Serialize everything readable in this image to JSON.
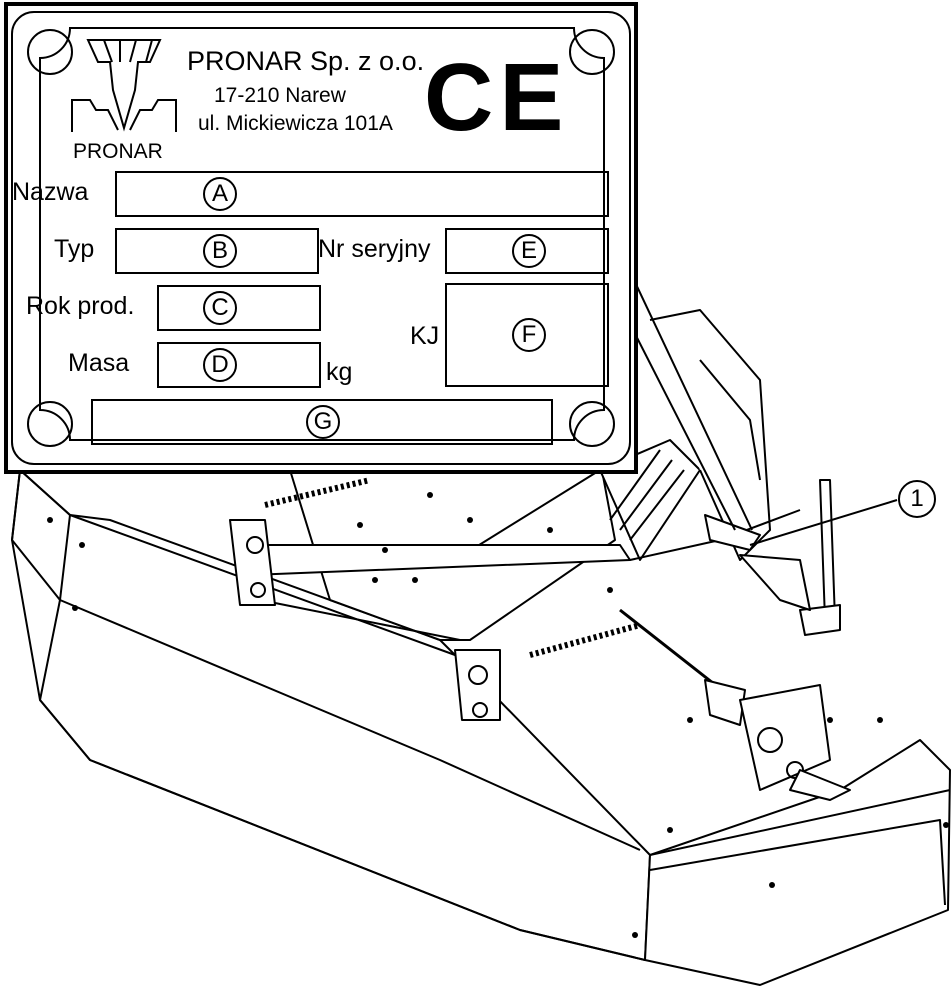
{
  "plate": {
    "company": "PRONAR Sp. z o.o.",
    "postcode_city": "17-210 Narew",
    "street": "ul. Mickiewicza 101A",
    "logo_text": "PRONAR",
    "ce_mark": "CE",
    "fields": {
      "nazwa": "Nazwa",
      "typ": "Typ",
      "nr_seryjny": "Nr seryjny",
      "rok_prod": "Rok prod.",
      "masa": "Masa",
      "masa_unit": "kg",
      "kj": "KJ"
    },
    "letters": {
      "a": "A",
      "b": "B",
      "c": "C",
      "d": "D",
      "e": "E",
      "f": "F",
      "g": "G"
    }
  },
  "callouts": [
    {
      "label": "1"
    }
  ],
  "colors": {
    "line": "#000000",
    "background": "#ffffff"
  }
}
